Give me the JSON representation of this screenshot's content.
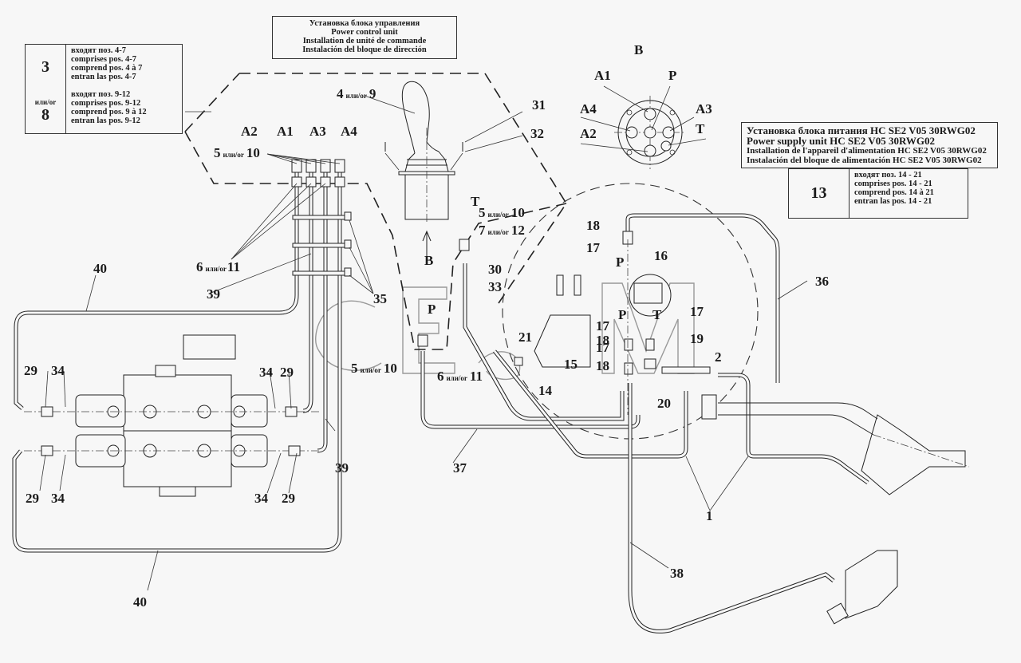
{
  "title_block": {
    "lines": [
      "Установка блока управления",
      "Power control unit",
      "Installation de unité de commande",
      "Instalación del bloque de dirección"
    ]
  },
  "power_block": {
    "lines": [
      "Установка блока питания HC SE2 V05 30RWG02",
      "Power supply unit HC SE2 V05 30RWG02",
      "Installation de l'appareil d'alimentation HC SE2 V05 30RWG02",
      "Instalación del bloque de alimentación HC SE2 V05 30RWG02"
    ]
  },
  "kits": [
    {
      "number": "3",
      "prefix": "",
      "lines": [
        "входят поз. 4-7",
        "comprises pos. 4-7",
        "comprend pos. 4 à 7",
        "entran las pos. 4-7"
      ]
    },
    {
      "number": "8",
      "prefix": "или/or",
      "lines": [
        "входят поз. 9-12",
        "comprises pos. 9-12",
        "comprend pos. 9 à 12",
        "entran las pos. 9-12"
      ]
    },
    {
      "number": "13",
      "prefix": "",
      "lines": [
        "входят поз. 14 - 21",
        "comprises pos. 14 - 21",
        "comprend pos. 14 à 21",
        "entran las pos. 14 - 21"
      ]
    }
  ],
  "view_b": {
    "title": "B",
    "ports": [
      "A1",
      "P",
      "A4",
      "A3",
      "A2",
      "T"
    ]
  },
  "ports_top": [
    "A2",
    "A1",
    "A3",
    "A4"
  ],
  "arrow_view_label": "B",
  "callouts": {
    "c5_10_top": {
      "a": "5",
      "or": "или/or",
      "b": "10"
    },
    "c4_9": {
      "a": "4",
      "or": "или/or",
      "b": "9"
    },
    "c31": "31",
    "c32": "32",
    "cT": "T",
    "c5_10_mid": {
      "a": "5",
      "or": "или/or",
      "b": "10"
    },
    "c7_12": {
      "a": "7",
      "or": "или/or",
      "b": "12"
    },
    "c6_11_top": {
      "a": "6",
      "or": "или/or",
      "b": "11"
    },
    "c39_top": "39",
    "c35": "35",
    "c40_top": "40",
    "c40_bottom": "40",
    "c39_bottom": "39",
    "cP_left": "P",
    "c5_10_low": {
      "a": "5",
      "or": "или/or",
      "b": "10"
    },
    "c6_11_low": {
      "a": "6",
      "or": "или/or",
      "b": "11"
    },
    "c30": "30",
    "c33": "33",
    "c21": "21",
    "c14": "14",
    "c15": "15",
    "c18a": "18",
    "c17a": "17",
    "cP_right": "P",
    "c16": "16",
    "c17b": "17",
    "cP_low": "P",
    "cT_low": "T",
    "c17c": "17",
    "c18b": "18",
    "c19": "19",
    "c17d": "17",
    "c18c": "18",
    "c20": "20",
    "c2": "2",
    "c36": "36",
    "c37": "37",
    "c38": "38",
    "c1": "1",
    "c29_tl": "29",
    "c34_tl": "34",
    "c34_tr": "34",
    "c29_tr": "29",
    "c29_bl": "29",
    "c34_bl": "34",
    "c34_br": "34",
    "c29_br": "29"
  },
  "watermark": "СЕЛМ"
}
